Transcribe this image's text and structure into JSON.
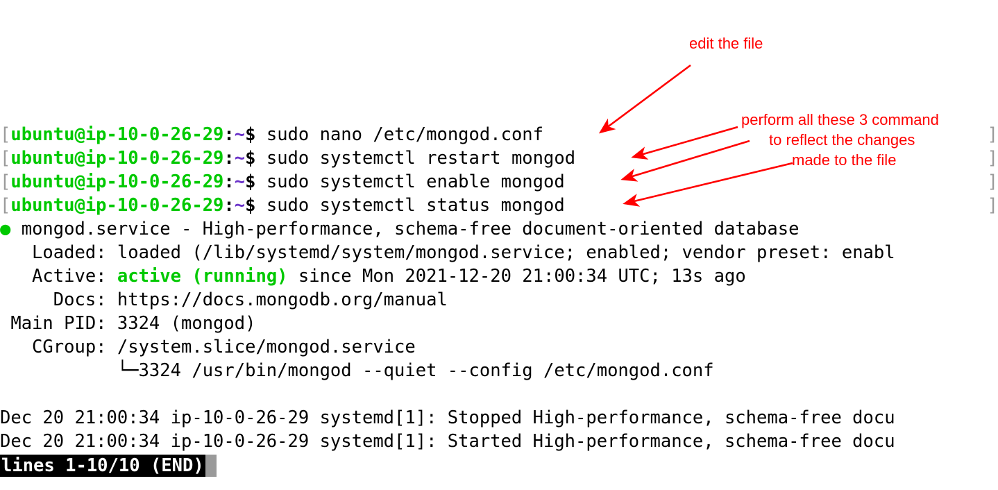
{
  "terminal": {
    "hostname": "ip-10-0-26-29",
    "user": "ubuntu",
    "prompt": {
      "open_bracket": "[",
      "close_bracket": "]",
      "userhost": "ubuntu@ip-10-0-26-29",
      "colon": ":",
      "tilde": "~",
      "dollar": "$"
    },
    "commands": [
      "sudo nano /etc/mongod.conf",
      "sudo systemctl restart mongod",
      "sudo systemctl enable mongod",
      "sudo systemctl status mongod"
    ],
    "status_output": {
      "bullet": "●",
      "unit_line": "mongod.service - High-performance, schema-free document-oriented database",
      "loaded_label": "   Loaded: ",
      "loaded_value": "loaded (/lib/systemd/system/mongod.service; enabled; vendor preset: enabl",
      "active_label": "   Active: ",
      "active_state": "active (running)",
      "active_rest": " since Mon 2021-12-20 21:00:34 UTC; 13s ago",
      "docs_line": "     Docs: https://docs.mongodb.org/manual",
      "mainpid_line": " Main PID: 3324 (mongod)",
      "cgroup_line": "   CGroup: /system.slice/mongod.service",
      "cgroup_child_line": "           └─3324 /usr/bin/mongod --quiet --config /etc/mongod.conf",
      "blank_line": "",
      "journal_lines": [
        "Dec 20 21:00:34 ip-10-0-26-29 systemd[1]: Stopped High-performance, schema-free docu",
        "Dec 20 21:00:34 ip-10-0-26-29 systemd[1]: Started High-performance, schema-free docu"
      ]
    },
    "pager": {
      "status_text": "lines 1-10/10 (END)",
      "cursor": " "
    }
  },
  "annotations": {
    "edit_file": "edit the file",
    "perform_line_1": "perform all these 3 command",
    "perform_line_2": "to reflect the changes",
    "perform_line_3": "made to the file",
    "color": "#ff0000"
  },
  "colors": {
    "background": "#ffffff",
    "foreground": "#000000",
    "prompt_green": "#00c900",
    "prompt_purple": "#6a32c9",
    "bracket_gray": "#9a9a9a",
    "annotation_red": "#ff0000",
    "pager_bg": "#000000",
    "pager_fg": "#ffffff",
    "cursor_gray": "#9a9a9a"
  }
}
